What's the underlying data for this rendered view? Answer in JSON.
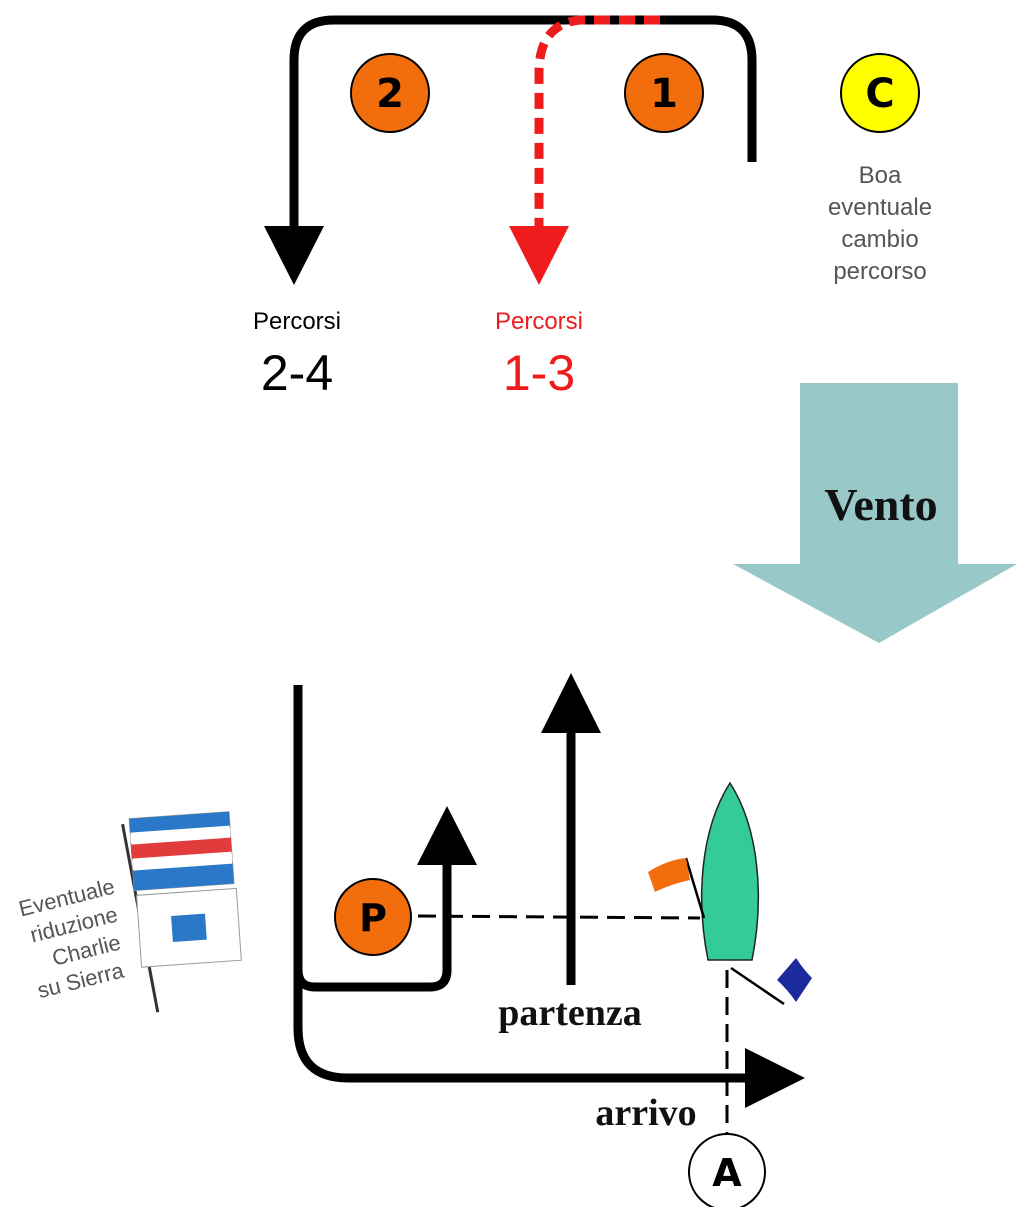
{
  "colors": {
    "line": "#000000",
    "route_red": "#ee1c1c",
    "mark_orange": "#f26d0c",
    "mark_yellow": "#ffff00",
    "wind_arrow": "#98c9c8",
    "boat_green": "#33cc99",
    "flag_blue": "#2b78c8",
    "flag_red": "#e23b3b",
    "flag_navy": "#1b2b9e"
  },
  "marks": {
    "mark_2": {
      "label": "2",
      "color": "orange"
    },
    "mark_1": {
      "label": "1",
      "color": "orange"
    },
    "mark_c": {
      "label": "C",
      "color": "yellow",
      "caption": [
        "Boa",
        "eventuale",
        "cambio",
        "percorso"
      ]
    },
    "mark_p": {
      "label": "P",
      "color": "orange"
    },
    "mark_a": {
      "label": "A",
      "color": "white"
    }
  },
  "routes": {
    "black": {
      "title": "Percorsi",
      "numbers": "2-4"
    },
    "red": {
      "title": "Percorsi",
      "numbers": "1-3"
    }
  },
  "wind": {
    "label": "Vento"
  },
  "start_label": "partenza",
  "finish_label": "arrivo",
  "flag_caption": [
    "Eventuale",
    "riduzione",
    "Charlie",
    "su Sierra"
  ],
  "icons": {
    "committee_boat": "boat-icon",
    "code_flags": "charlie-over-sierra-flags-icon",
    "orange_flag": "flag-icon",
    "blue_flag": "flag-icon"
  }
}
